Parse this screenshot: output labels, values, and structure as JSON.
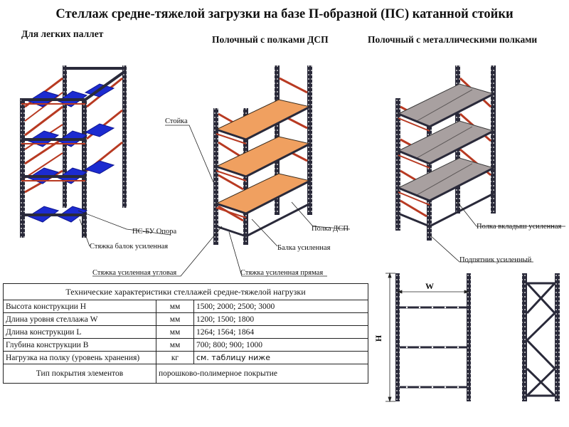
{
  "title": "Стеллаж средне-тяжелой загрузки на базе П-образной (ПС) катанной стойки",
  "subtitles": {
    "left": "Для легких паллет",
    "middle": "Полочный с полками ДСП",
    "right": "Полочный с металлическими полками"
  },
  "callouts": {
    "stoika": "Стойка",
    "ps_bu_opora": "ПС-БУ Опора",
    "styazhka_balok": "Стяжка балок усиленная",
    "polka_dsp": "Полка ДСП",
    "balka": "Балка усиленная",
    "styazhka_uglovaya": "Стяжка усиленная угловая",
    "styazhka_pryamaya": "Стяжка усиленная прямая",
    "polka_vkladysh": "Полка вкладыш усиленная",
    "podpyatnik": "Подпятник усиленный"
  },
  "dimensions": {
    "w": "W",
    "h": "H"
  },
  "spec_table": {
    "header": "Технические характеристики стеллажей средне-тяжелой нагрузки",
    "rows": [
      {
        "name": "Высота конструкции H",
        "unit": "мм",
        "value": "1500; 2000; 2500; 3000"
      },
      {
        "name": "Длина уровня стеллажа W",
        "unit": "мм",
        "value": "1200; 1500; 1800"
      },
      {
        "name": "Длина конструкции L",
        "unit": "мм",
        "value": "1264; 1564; 1864"
      },
      {
        "name": "Глубина конструкции B",
        "unit": "мм",
        "value": "700; 800; 900; 1000"
      },
      {
        "name": "Нагрузка на полку (уровень хранения)",
        "unit": "кг",
        "value": "см. таблицу ниже"
      }
    ],
    "coating": {
      "name": "Тип покрытия элементов",
      "value": "порошково-полимерное покрытие"
    }
  },
  "colors": {
    "upright": "#2a2a3a",
    "beam": "#b83a22",
    "pallet_bar": "#1c2bd0",
    "chipboard": "#f0a060",
    "metal_shelf": "#a8a0a0"
  }
}
